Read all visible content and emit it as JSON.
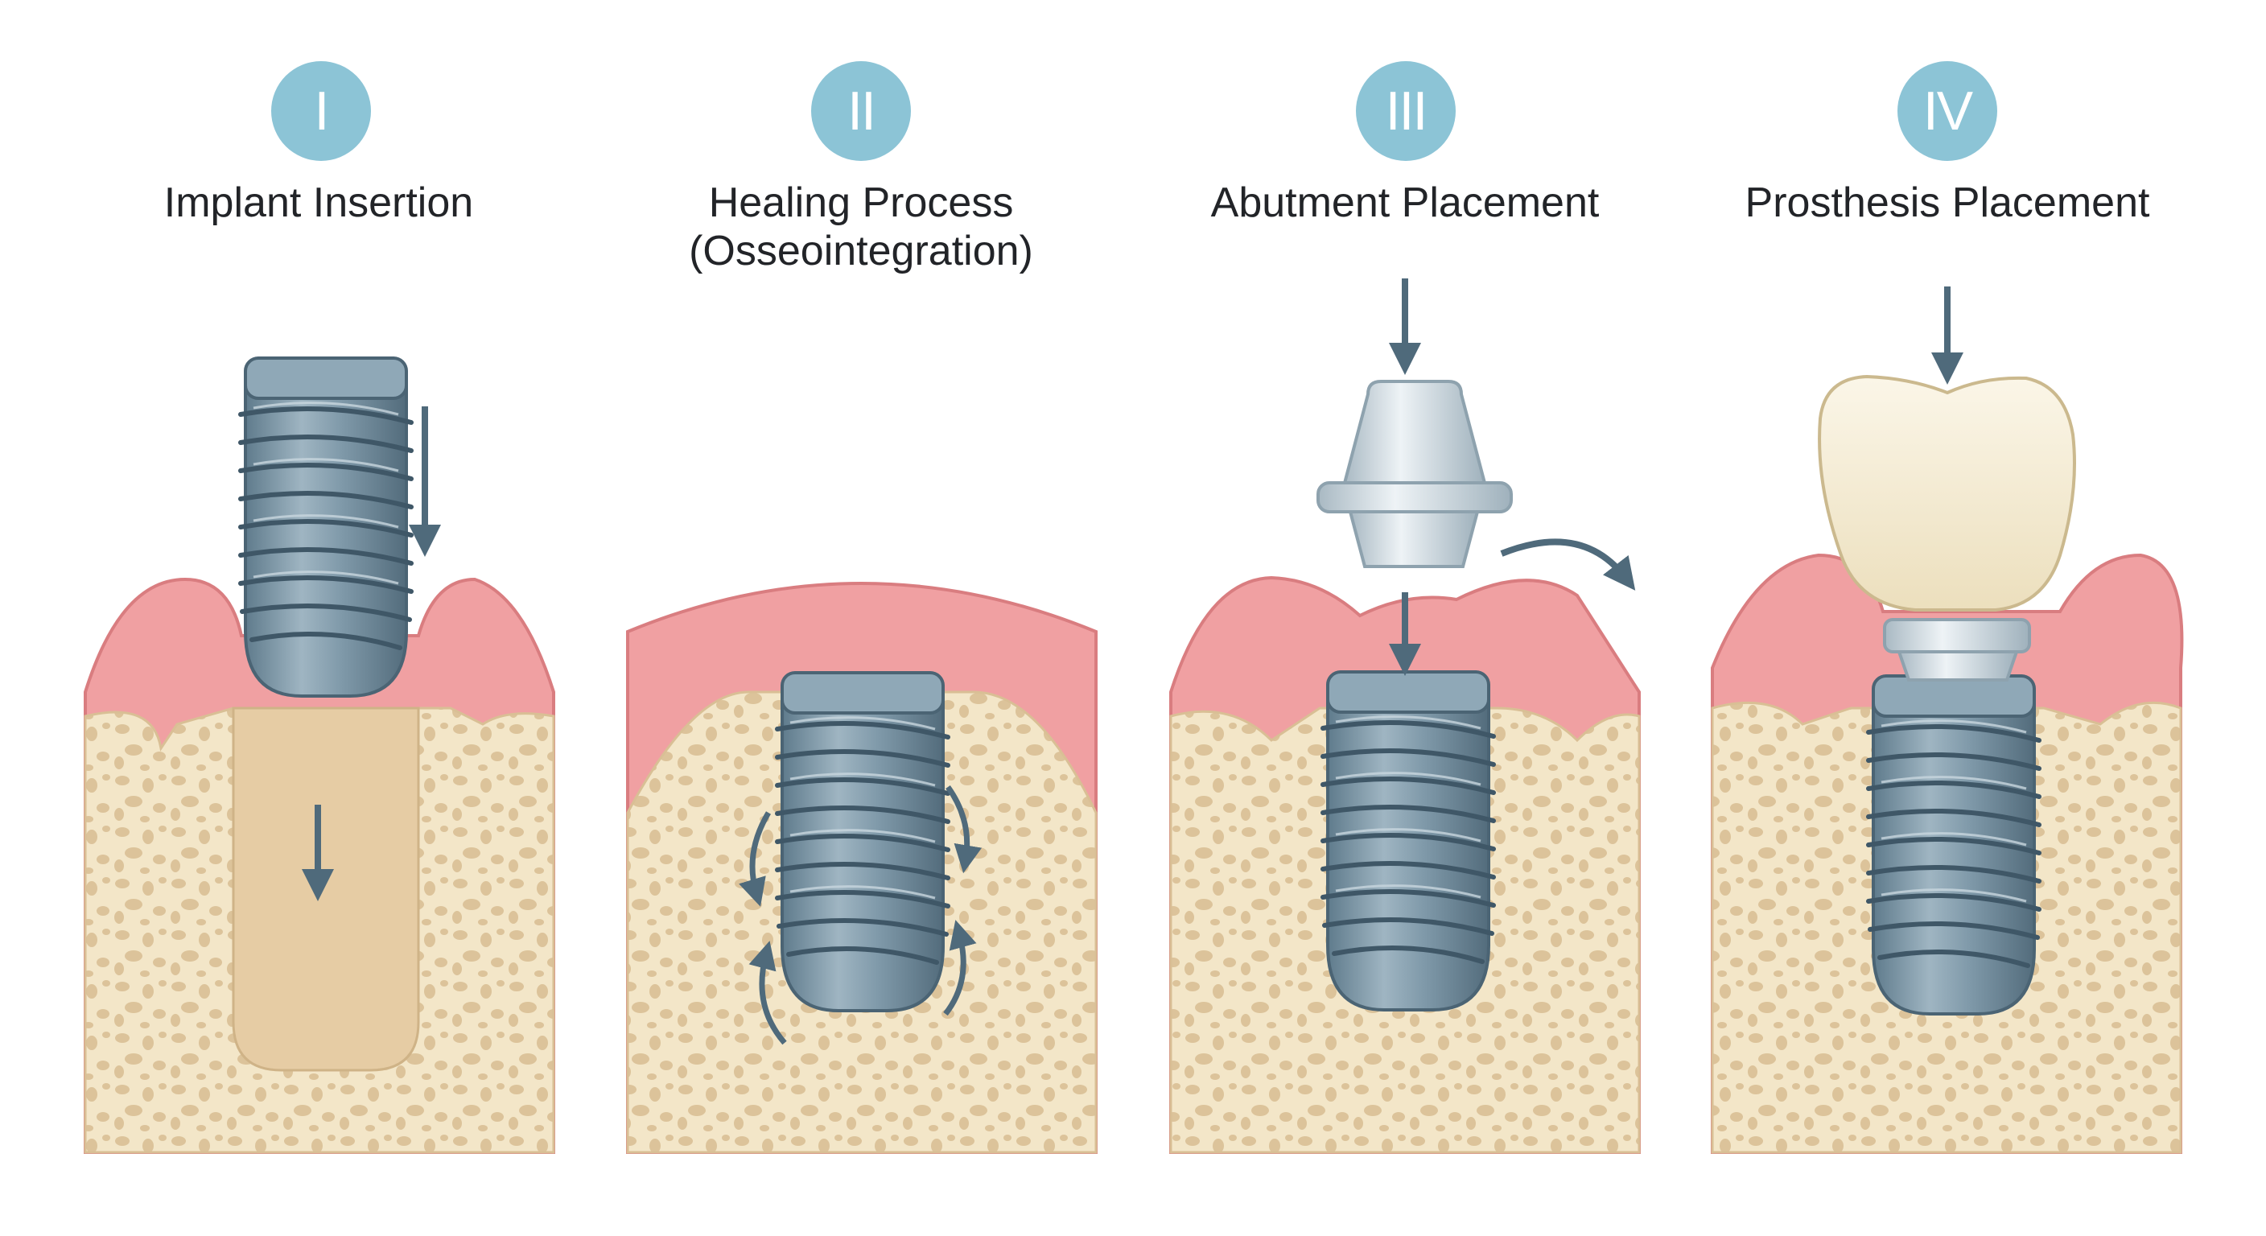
{
  "steps": [
    {
      "numeral": "I",
      "title_lines": [
        "Implant Insertion"
      ],
      "icon": "implant-insertion-illustration"
    },
    {
      "numeral": "II",
      "title_lines": [
        "Healing Process",
        "(Osseointegration)"
      ],
      "icon": "osseointegration-illustration"
    },
    {
      "numeral": "III",
      "title_lines": [
        "Abutment Placement"
      ],
      "icon": "abutment-placement-illustration"
    },
    {
      "numeral": "IV",
      "title_lines": [
        "Prosthesis Placement"
      ],
      "icon": "prosthesis-placement-illustration"
    }
  ],
  "colors": {
    "badge": "#8cc4d6",
    "title": "#222428",
    "gum": "#f0a0a2",
    "gum_light": "#f6c3c3",
    "bone": "#f3e6c8",
    "bone_pore": "#dcc39a",
    "socket": "#e6cca4",
    "implant": "#7e98a8",
    "implant_dark": "#536c7c",
    "abutment": "#c9d5dc",
    "crown": "#f5ecd3",
    "arrow": "#4f6a7b"
  }
}
